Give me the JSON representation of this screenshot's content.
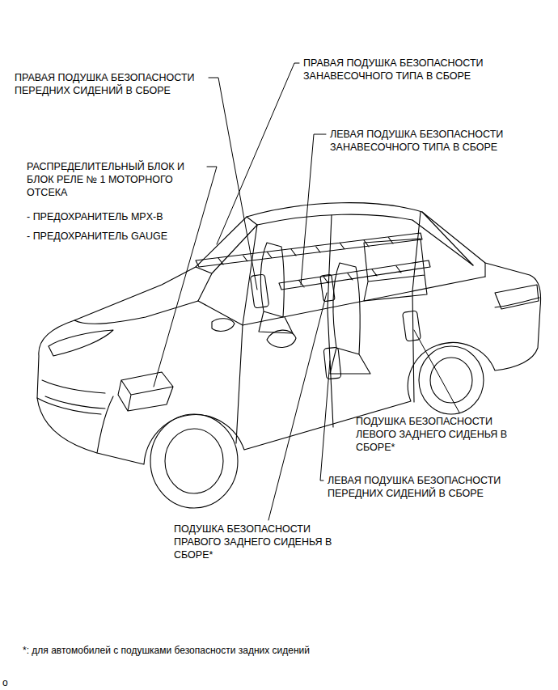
{
  "diagram": {
    "labels": [
      "ПРАВАЯ ПОДУШКА БЕЗОПАСНОСТИ ПЕРЕДНИХ СИДЕНИЙ В СБОРЕ",
      "ПРАВАЯ ПОДУШКА БЕЗОПАСНОСТИ ЗАНАВЕСОЧНОГО ТИПА В СБОРЕ",
      "ЛЕВАЯ ПОДУШКА БЕЗОПАСНОСТИ ЗАНАВЕСОЧНОГО ТИПА В СБОРЕ",
      "РАСПРЕДЕЛИТЕЛЬНЫЙ БЛОК И БЛОК РЕЛЕ № 1 МОТОРНОГО ОТСЕКА",
      "- ПРЕДОХРАНИТЕЛЬ MPX-B",
      "- ПРЕДОХРАНИТЕЛЬ GAUGE",
      "ПОДУШКА БЕЗОПАСНОСТИ ЛЕВОГО ЗАДНЕГО СИДЕНЬЯ В СБОРЕ*",
      "ЛЕВАЯ ПОДУШКА БЕЗОПАСНОСТИ ПЕРЕДНИХ СИДЕНИЙ В СБОРЕ",
      "ПОДУШКА БЕЗОПАСНОСТИ ПРАВОГО ЗАДНЕГО СИДЕНЬЯ В СБОРЕ*",
      "*: для автомобилей с подушками безопасности задних сидений",
      "o"
    ]
  }
}
